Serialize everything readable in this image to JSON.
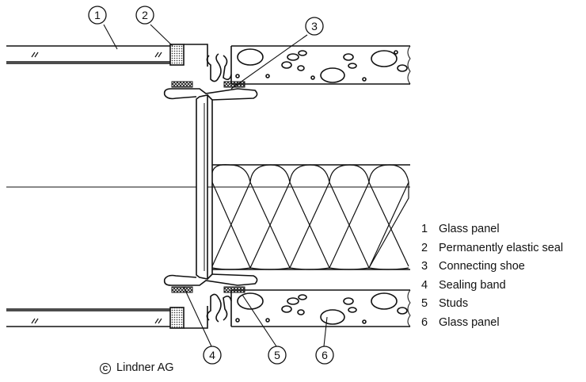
{
  "diagram": {
    "callouts": [
      "1",
      "2",
      "3",
      "4",
      "5",
      "6"
    ],
    "legend": [
      {
        "number": "1",
        "label": "Glass panel"
      },
      {
        "number": "2",
        "label": "Permanently elastic seal"
      },
      {
        "number": "3",
        "label": "Connecting shoe"
      },
      {
        "number": "4",
        "label": "Sealing band"
      },
      {
        "number": "5",
        "label": "Studs"
      },
      {
        "number": "6",
        "label": "Glass panel"
      }
    ],
    "copyright": {
      "symbol": "C",
      "text": "Lindner AG"
    },
    "colors": {
      "line": "#111111",
      "hatch": "#444444",
      "background": "#ffffff"
    }
  }
}
